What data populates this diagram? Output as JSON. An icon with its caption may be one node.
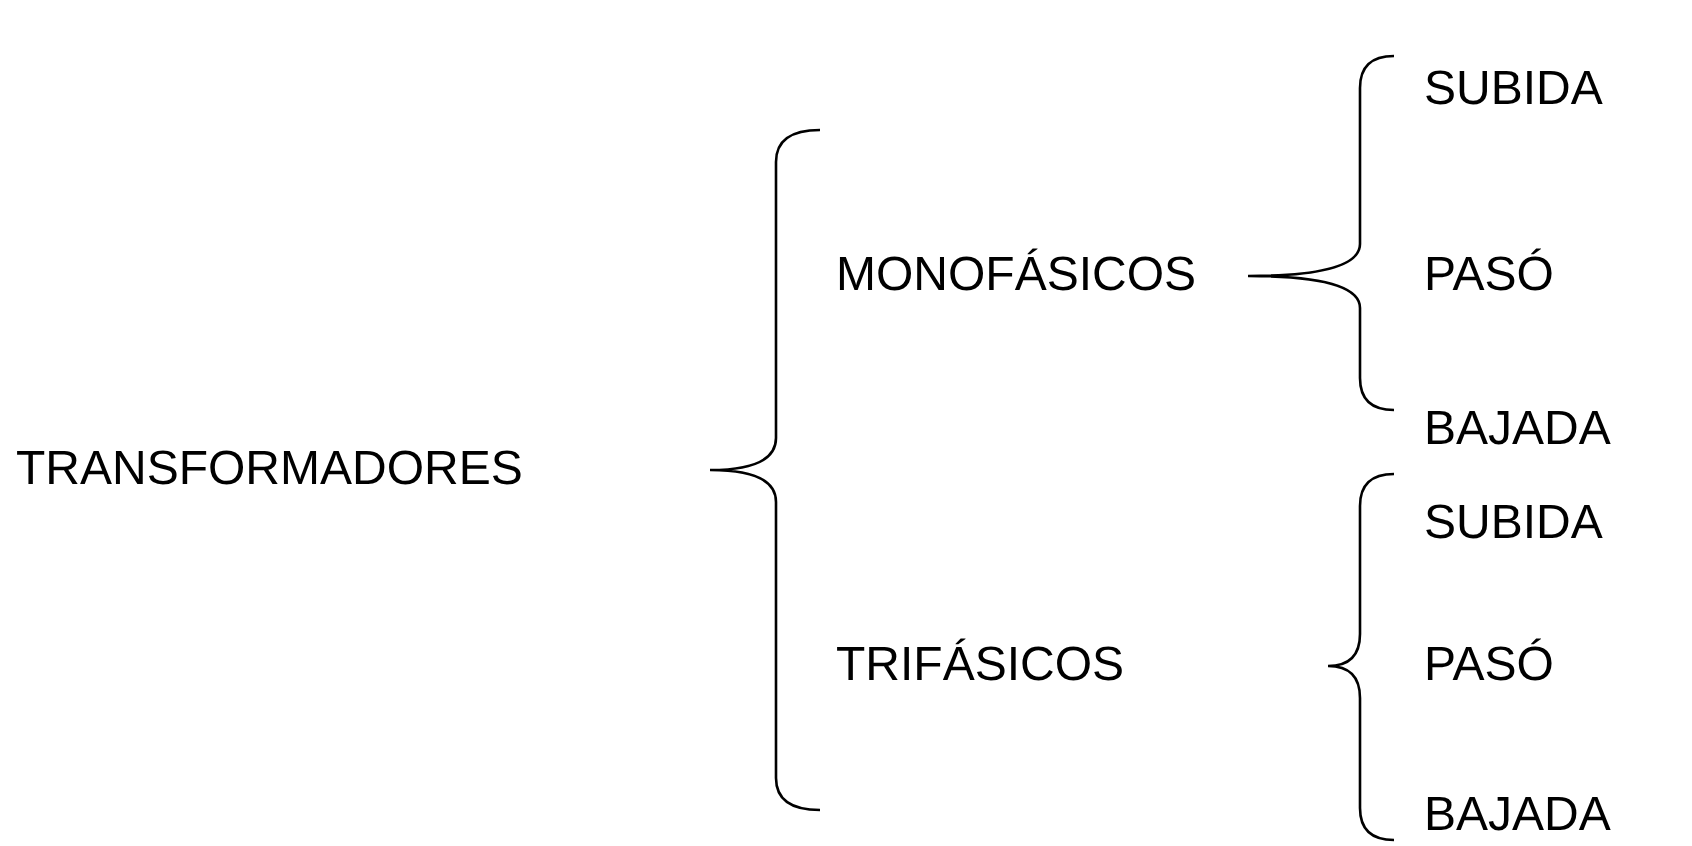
{
  "diagram": {
    "nodes": [
      {
        "text": [
          "TRANSFORMADORES"
        ]
      },
      {
        "text": [
          "MONOFÁSICOS"
        ]
      },
      {
        "text": [
          "TRIFÁSICOS"
        ]
      },
      {
        "text": [
          "SUBIDA"
        ]
      },
      {
        "text": [
          "PASÓ"
        ]
      },
      {
        "text": [
          "BAJADA"
        ]
      },
      {
        "text": [
          "SUBIDA"
        ]
      },
      {
        "text": [
          "PASÓ"
        ]
      },
      {
        "text": [
          "BAJADA"
        ]
      }
    ]
  }
}
